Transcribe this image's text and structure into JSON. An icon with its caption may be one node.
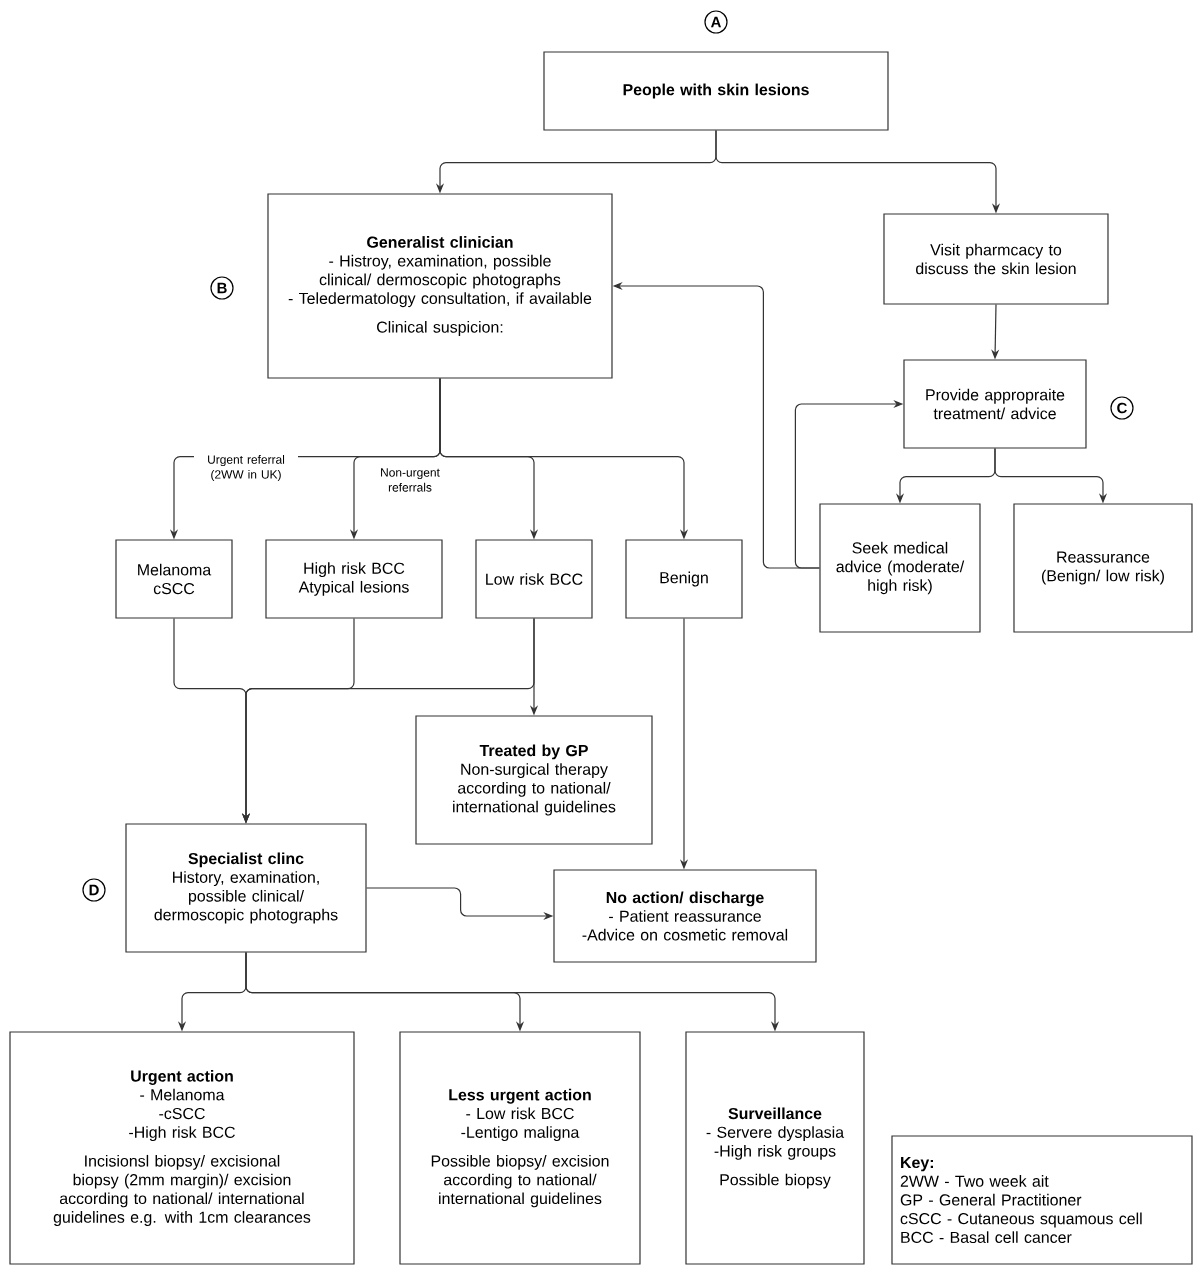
{
  "diagram": {
    "nodes": [
      {
        "text": [
          "People with skin lesions"
        ]
      },
      {
        "text": [
          "Generalist clinician",
          "- Histroy, examination, possible clinical/ dermoscopic photographs",
          "- Teledermatology consultation, if available",
          "Clinical suspicion:"
        ]
      },
      {
        "text": [
          "Visit pharmcacy to discuss the skin lesion"
        ]
      },
      {
        "text": [
          "Provide appropraite treatment/ advice"
        ]
      },
      {
        "text": [
          "Melanoma cSCC"
        ]
      },
      {
        "text": [
          "High risk BCC Atypical lesions"
        ]
      },
      {
        "text": [
          "Low risk BCC"
        ]
      },
      {
        "text": [
          "Benign"
        ]
      },
      {
        "text": [
          "Seek medical advice (moderate/ high risk)"
        ]
      },
      {
        "text": [
          "Reassurance (Benign/ low risk)"
        ]
      },
      {
        "text": [
          "Treated by GP",
          "Non-surgical therapy according to national/ international guidelines"
        ]
      },
      {
        "text": [
          "Specialist clinc",
          "History, examination, possible clinical/ dermoscopic photographs"
        ]
      },
      {
        "text": [
          "No action/ discharge",
          "- Patient reassurance",
          "-Advice on cosmetic removal"
        ]
      },
      {
        "text": [
          "Urgent action",
          "- Melanoma",
          "-cSCC",
          "-High risk BCC",
          "Incisionsl biopsy/ excisional biopsy (2mm margin)/ excision according to national/ international guidelines e.g. with 1cm clearances"
        ]
      },
      {
        "text": [
          "Less urgent action",
          "- Low risk BCC",
          "-Lentigo maligna",
          "Possible biopsy/ excision according to national/ international guidelines"
        ]
      },
      {
        "text": [
          "Surveillance",
          "- Servere dysplasia",
          "-High risk groups",
          "Possible biopsy"
        ]
      },
      {
        "text": [
          "Key:",
          "2WW - Two week ait",
          "GP - General Practitioner",
          "cSCC - Cutaneous squamous cell",
          "BCC - Basal cell cancer"
        ]
      }
    ],
    "edges": [
      {
        "from": 0,
        "to": 1,
        "arrow": "to"
      },
      {
        "from": 0,
        "to": 2,
        "arrow": "to"
      },
      {
        "from": 2,
        "to": 3,
        "arrow": "to"
      },
      {
        "from": 3,
        "to": 8,
        "arrow": "to"
      },
      {
        "from": 3,
        "to": 9,
        "arrow": "to"
      },
      {
        "from": 8,
        "to": 1,
        "arrow": "to"
      },
      {
        "from": 8,
        "to": 3,
        "arrow": "to"
      },
      {
        "from": 1,
        "to": 4,
        "arrow": "to",
        "label": "Urgent referral (2WW in UK)"
      },
      {
        "from": 1,
        "to": 5,
        "arrow": "to",
        "label": "Non-urgent referrals"
      },
      {
        "from": 1,
        "to": 6,
        "arrow": "to"
      },
      {
        "from": 1,
        "to": 7,
        "arrow": "to"
      },
      {
        "from": 4,
        "to": 11,
        "arrow": "to"
      },
      {
        "from": 5,
        "to": 11,
        "arrow": "to"
      },
      {
        "from": 6,
        "to": 11,
        "arrow": "to"
      },
      {
        "from": 6,
        "to": 10,
        "arrow": "to"
      },
      {
        "from": 7,
        "to": 12,
        "arrow": "to"
      },
      {
        "from": 11,
        "to": 12,
        "arrow": "to"
      },
      {
        "from": 11,
        "to": 13,
        "arrow": "to"
      },
      {
        "from": 11,
        "to": 14,
        "arrow": "to"
      },
      {
        "from": 11,
        "to": 15,
        "arrow": "to"
      }
    ],
    "labels": [
      "A",
      "B",
      "C",
      "D"
    ]
  }
}
